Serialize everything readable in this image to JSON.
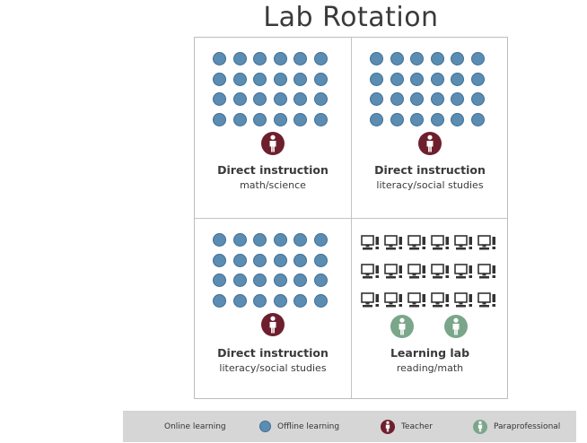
{
  "title": "Lab Rotation",
  "colors": {
    "offline_dot": "#5b8db3",
    "teacher": "#6e1f2e",
    "paraprofessional": "#7aa68a"
  },
  "quadrants": [
    {
      "type": "direct",
      "main": "Direct instruction",
      "sub": "math/science",
      "dots": 24,
      "staff": "teacher"
    },
    {
      "type": "direct",
      "main": "Direct instruction",
      "sub": "literacy/social studies",
      "dots": 24,
      "staff": "teacher"
    },
    {
      "type": "direct",
      "main": "Direct instruction",
      "sub": "literacy/social studies",
      "dots": 24,
      "staff": "teacher"
    },
    {
      "type": "lab",
      "main": "Learning lab",
      "sub": "reading/math",
      "computers": 18,
      "staff": "paraprofessional",
      "staff_count": 2
    }
  ],
  "legend": {
    "online": "Online learning",
    "offline": "Offline learning",
    "teacher": "Teacher",
    "para": "Paraprofessional"
  },
  "icons": {
    "teacher": "teacher-icon",
    "para": "paraprofessional-icon",
    "computer": "computer-icon",
    "student": "student-dot-icon"
  }
}
